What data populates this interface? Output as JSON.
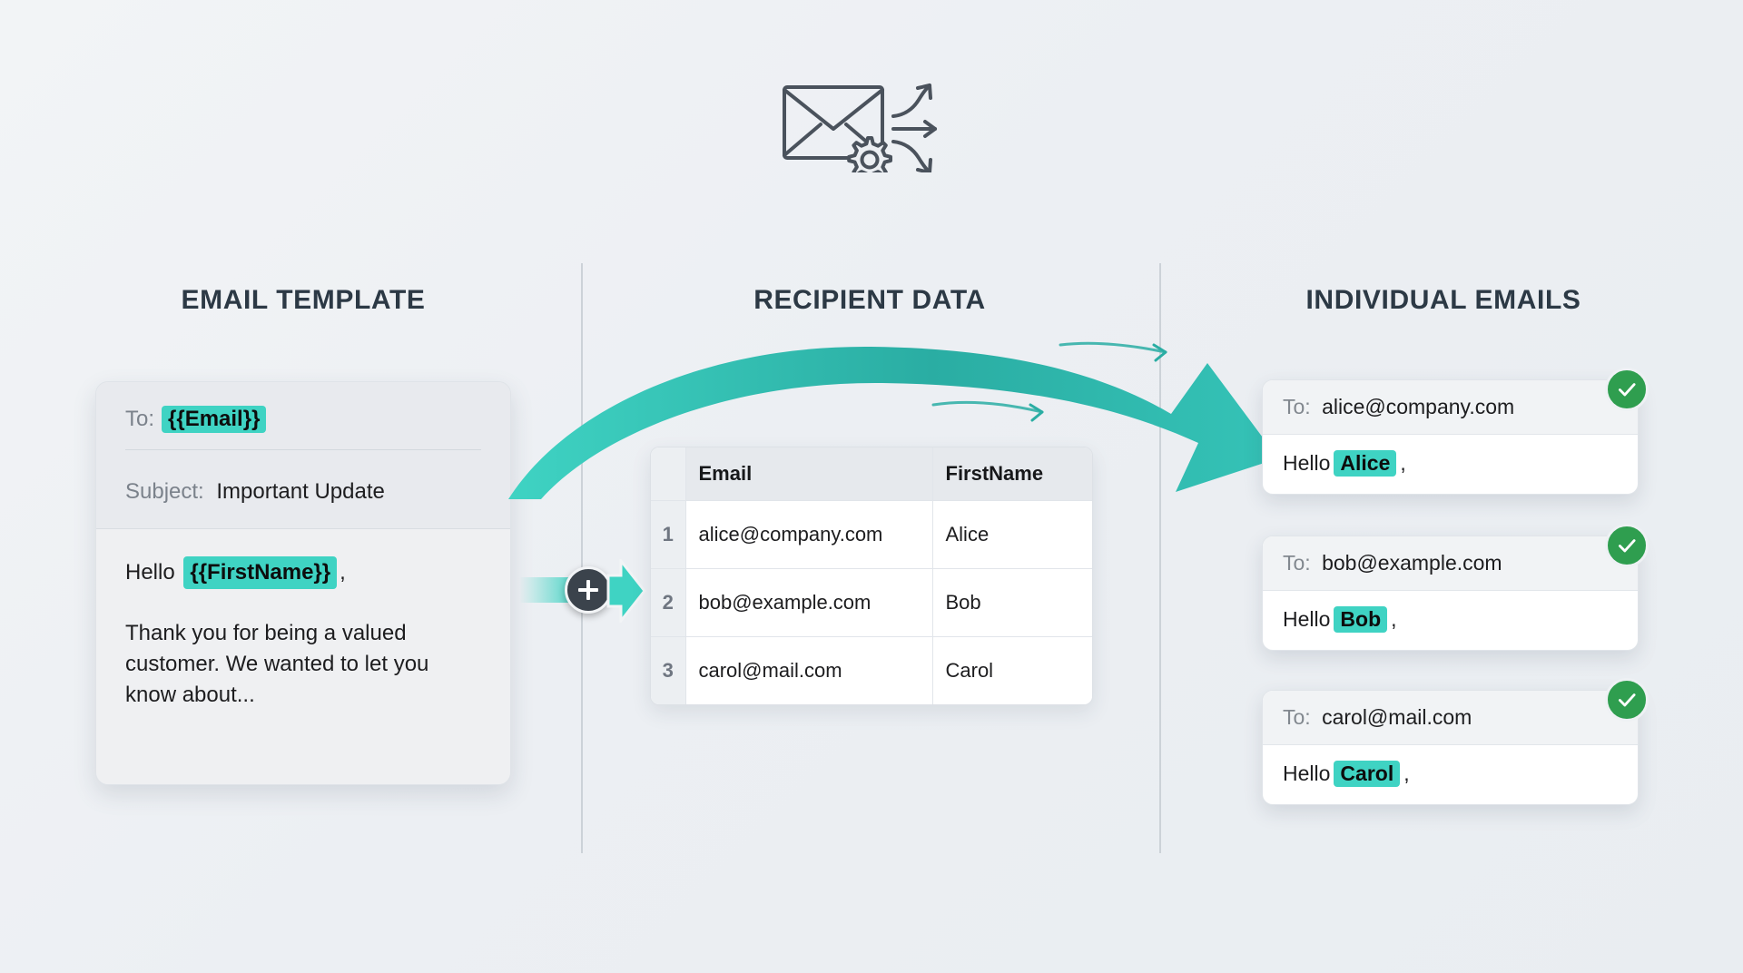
{
  "icon": {
    "name": "email-merge-icon"
  },
  "columns": {
    "template_title": "EMAIL TEMPLATE",
    "data_title": "RECIPIENT DATA",
    "emails_title": "INDIVIDUAL EMAILS"
  },
  "template_card": {
    "to_label": "To:",
    "to_token": "{{Email}}",
    "subject_label": "Subject:",
    "subject_value": "Important Update",
    "greeting_prefix": "Hello",
    "greeting_token": "{{FirstName}}",
    "greeting_suffix": ",",
    "body_paragraph": "Thank you for being a valued customer. We wanted to let you know about..."
  },
  "merge_node": {
    "icon": "plus-icon",
    "arrow": "merge-arrow-icon"
  },
  "table": {
    "headers": [
      "",
      "Email",
      "FirstName"
    ],
    "rows": [
      {
        "num": "1",
        "email": "alice@company.com",
        "first": "Alice"
      },
      {
        "num": "2",
        "email": "bob@example.com",
        "first": "Bob"
      },
      {
        "num": "3",
        "email": "carol@mail.com",
        "first": "Carol"
      }
    ]
  },
  "emails": [
    {
      "to_label": "To:",
      "to": "alice@company.com",
      "greeting_prefix": "Hello",
      "name": "Alice",
      "greeting_suffix": ",",
      "status": "sent"
    },
    {
      "to_label": "To:",
      "to": "bob@example.com",
      "greeting_prefix": "Hello",
      "name": "Bob",
      "greeting_suffix": ",",
      "status": "sent"
    },
    {
      "to_label": "To:",
      "to": "carol@mail.com",
      "greeting_prefix": "Hello",
      "name": "Carol",
      "greeting_suffix": ",",
      "status": "sent"
    }
  ],
  "colors": {
    "accent_teal": "#3fd3c3",
    "arrow_teal": "#31b5aa",
    "success_green": "#2f9e4f",
    "heading": "#2c3945",
    "background": "#eef1f4",
    "node_dark": "#3b434c"
  }
}
